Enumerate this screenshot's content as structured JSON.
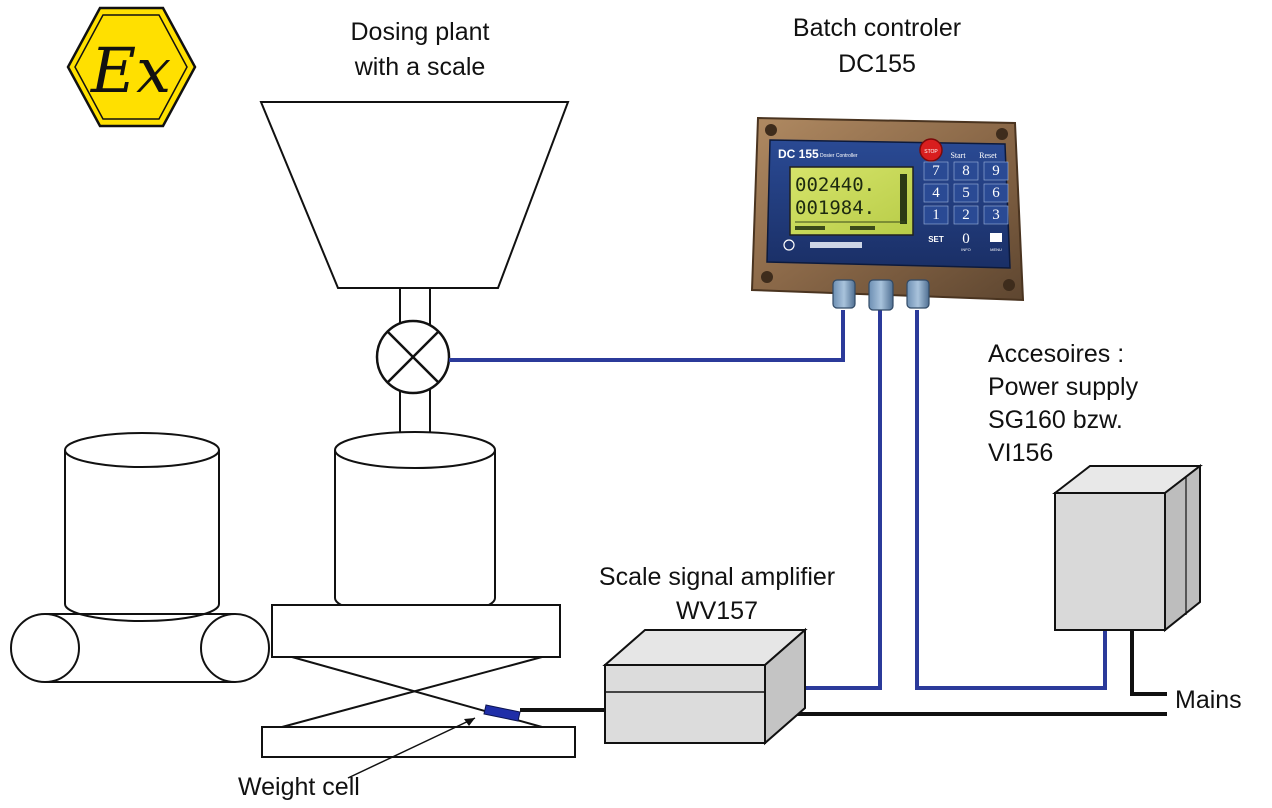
{
  "ex_symbol": {
    "text": "Ex",
    "color": "#ffe000"
  },
  "labels": {
    "dosing_plant": [
      "Dosing plant",
      "with a scale"
    ],
    "batch_controller": [
      "Batch controler",
      "DC155"
    ],
    "accessories": [
      "Accesoires :",
      "Power supply",
      "SG160 bzw.",
      "VI156"
    ],
    "amplifier": [
      "Scale signal amplifier",
      "WV157"
    ],
    "mains": "Mains",
    "weight_cell": "Weight cell"
  },
  "controller": {
    "model": "DC 155",
    "subtitle": "Dosier Controller",
    "display_line1": "002440.",
    "display_line2": "001984.",
    "start_label": "Start",
    "reset_label": "Reset",
    "stop_label": "STOP",
    "keys": [
      "7",
      "8",
      "9",
      "4",
      "5",
      "6",
      "1",
      "2",
      "3"
    ],
    "set_label": "SET",
    "zero_label": "0",
    "info_label": "INFO",
    "menu_label": "MENU"
  },
  "colors": {
    "cable_blue": "#2b3a9a",
    "cable_black": "#111111",
    "housing": "#8a6a48",
    "panel": "#1f3a7a",
    "lcd_bg": "#c6d85a"
  }
}
